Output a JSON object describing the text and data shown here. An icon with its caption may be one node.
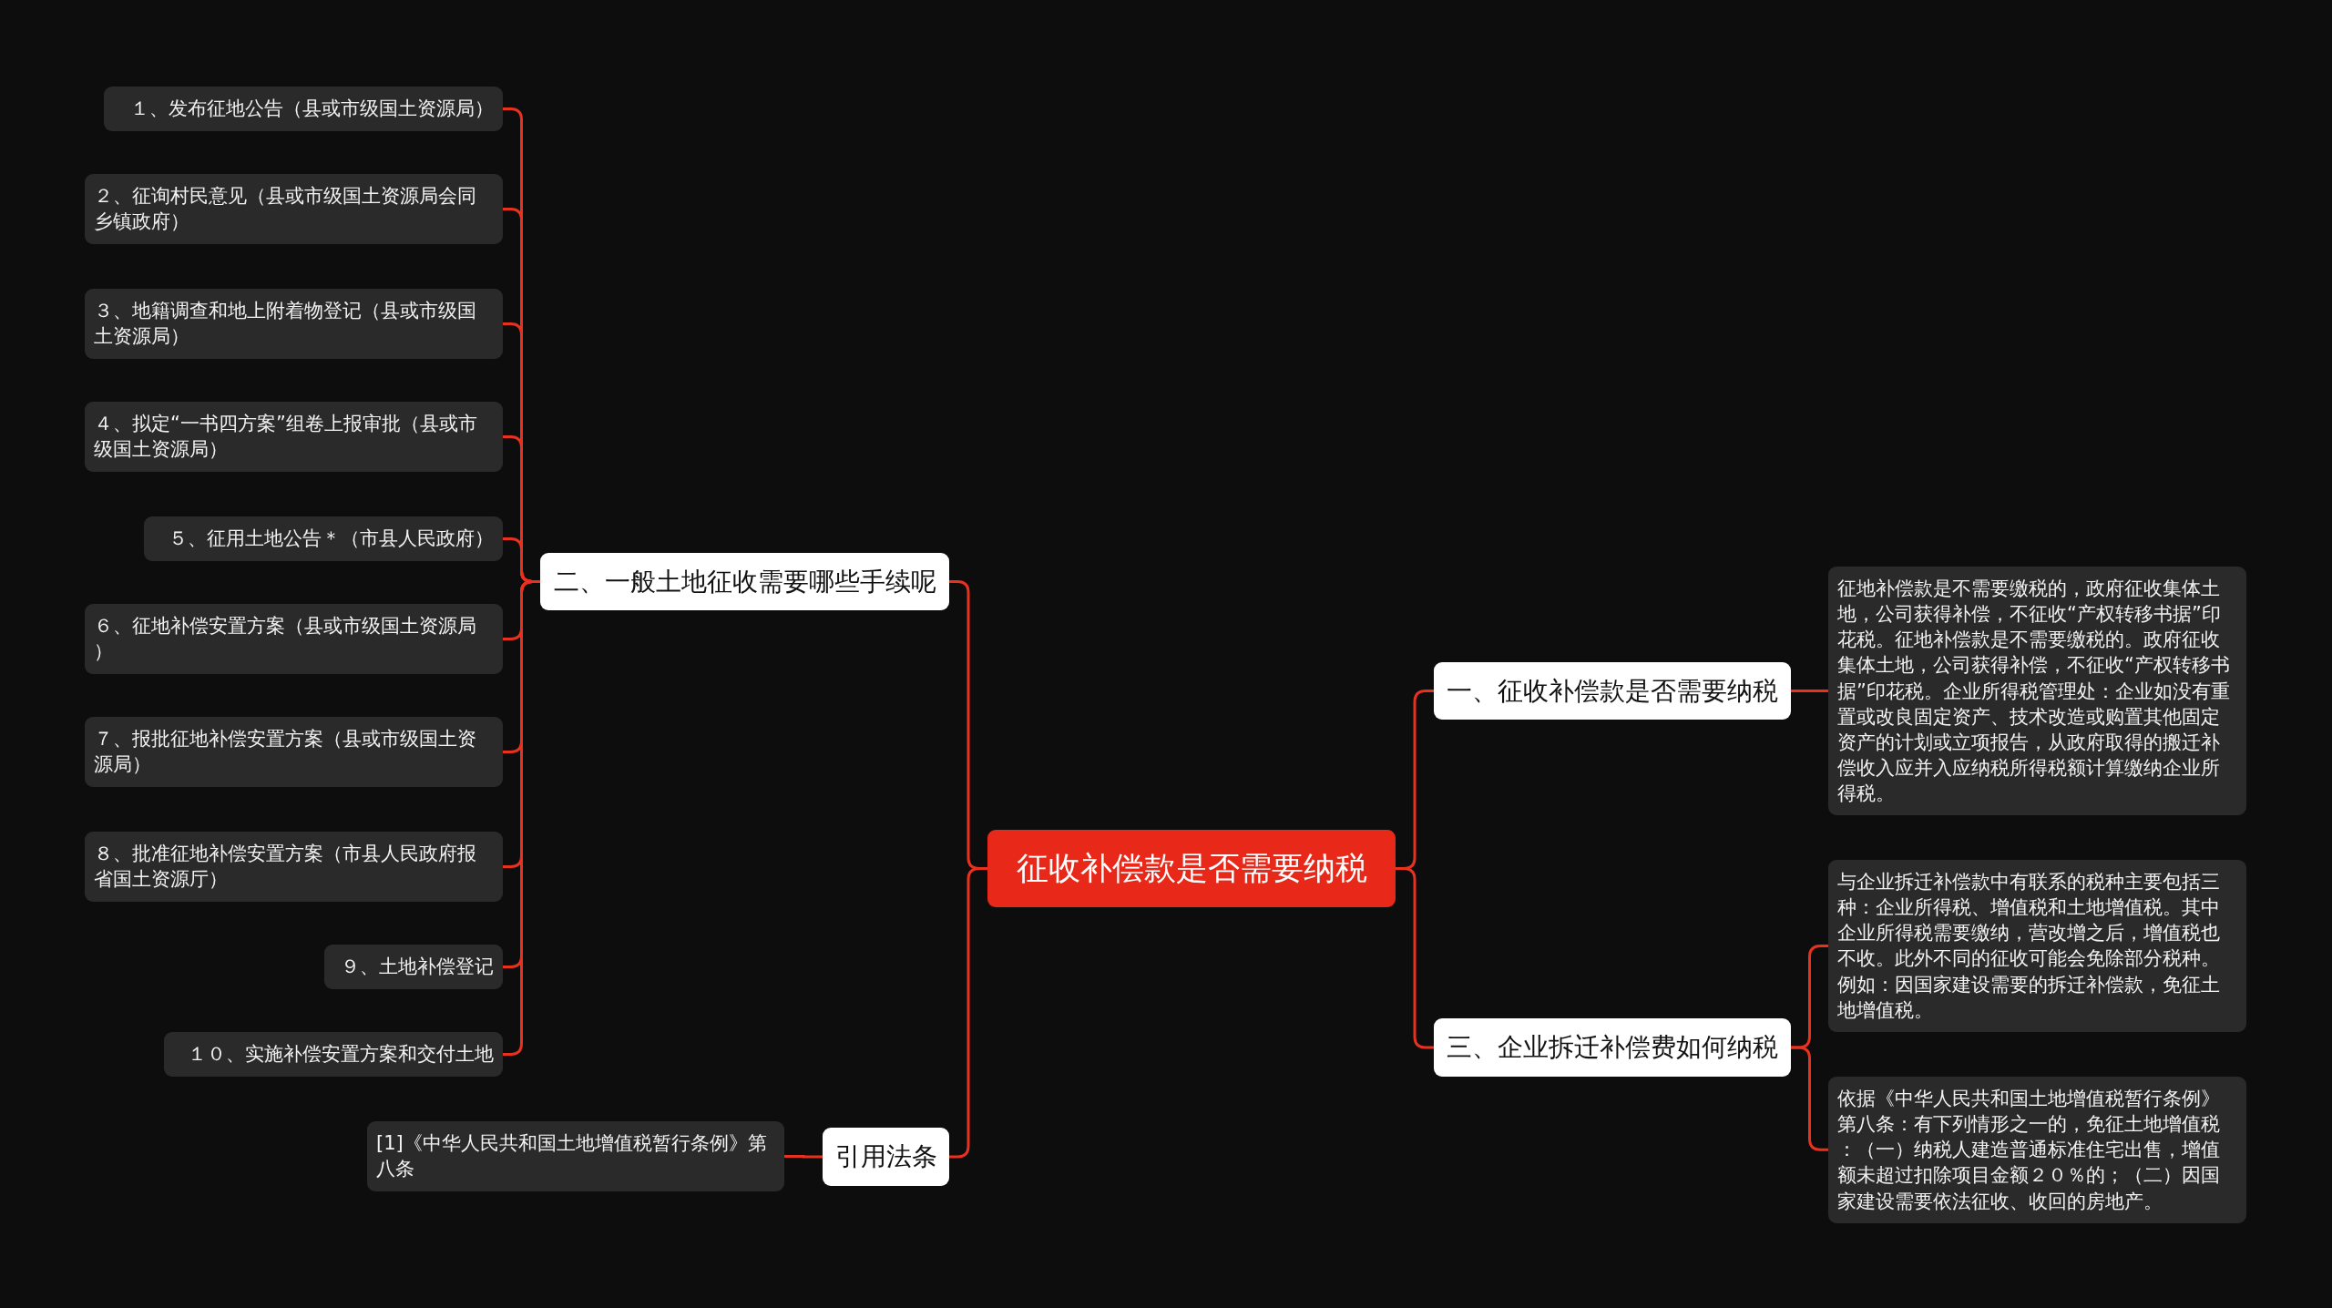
{
  "diagram": {
    "nodes": [
      {
        "text": [
          "征收补偿款是否需要纳税"
        ]
      },
      {
        "text": [
          "二、一般土地征收需要哪些手续呢"
        ]
      },
      {
        "text": [
          "１、发布征地公告（县或市级国土资源局）"
        ]
      },
      {
        "text": [
          "２、征询村民意见（县或市级国土资源局会同乡镇政府）"
        ]
      },
      {
        "text": [
          "３、地籍调查和地上附着物登记（县或市级国土资源局）"
        ]
      },
      {
        "text": [
          "４、拟定“一书四方案”组卷上报审批（县或市级国土资源局）"
        ]
      },
      {
        "text": [
          "５、征用土地公告＊（市县人民政府）"
        ]
      },
      {
        "text": [
          "６、征地补偿安置方案（县或市级国土资源局）"
        ]
      },
      {
        "text": [
          "７、报批征地补偿安置方案（县或市级国土资源局）"
        ]
      },
      {
        "text": [
          "８、批准征地补偿安置方案（市县人民政府报省国土资源厅）"
        ]
      },
      {
        "text": [
          "９、土地补偿登记"
        ]
      },
      {
        "text": [
          "１０、实施补偿安置方案和交付土地"
        ]
      },
      {
        "text": [
          "引用法条"
        ]
      },
      {
        "text": [
          "[1]《中华人民共和国土地增值税暂行条例》第八条"
        ]
      },
      {
        "text": [
          "一、征收补偿款是否需要纳税"
        ]
      },
      {
        "text": [
          "征地补偿款是不需要缴税的，政府征收集体土地，公司获得补偿，不征收“产权转移书据”印花税。征地补偿款是不需要缴税的。政府征收集体土地，公司获得补偿，不征收“产权转移书据”印花税。企业所得税管理处：企业如没有重置或改良固定资产、技术改造或购置其他固定资产的计划或立项报告，从政府取得的搬迁补偿收入应并入应纳税所得税额计算缴纳企业所得税。"
        ]
      },
      {
        "text": [
          "三、企业拆迁补偿费如何纳税"
        ]
      },
      {
        "text": [
          "与企业拆迁补偿款中有联系的税种主要包括三种：企业所得税、增值税和土地增值税。其中企业所得税需要缴纳，营改增之后，增值税也不收。此外不同的征收可能会免除部分税种。例如：因国家建设需要的拆迁补偿款，免征土地增值税。"
        ]
      },
      {
        "text": [
          "依据《中华人民共和国土地增值税暂行条例》第八条：有下列情形之一的，免征土地增值税：（一）纳税人建造普通标准住宅出售，增值额未超过扣除项目金额２０％的；（二）因国家建设需要依法征收、收回的房地产。"
        ]
      }
    ],
    "edges": [
      {
        "from": 0,
        "to": 1,
        "arrow": "none"
      },
      {
        "from": 1,
        "to": 2,
        "arrow": "none"
      },
      {
        "from": 1,
        "to": 3,
        "arrow": "none"
      },
      {
        "from": 1,
        "to": 4,
        "arrow": "none"
      },
      {
        "from": 1,
        "to": 5,
        "arrow": "none"
      },
      {
        "from": 1,
        "to": 6,
        "arrow": "none"
      },
      {
        "from": 1,
        "to": 7,
        "arrow": "none"
      },
      {
        "from": 1,
        "to": 8,
        "arrow": "none"
      },
      {
        "from": 1,
        "to": 9,
        "arrow": "none"
      },
      {
        "from": 1,
        "to": 10,
        "arrow": "none"
      },
      {
        "from": 1,
        "to": 11,
        "arrow": "none"
      },
      {
        "from": 0,
        "to": 12,
        "arrow": "none"
      },
      {
        "from": 12,
        "to": 13,
        "arrow": "none"
      },
      {
        "from": 0,
        "to": 14,
        "arrow": "none"
      },
      {
        "from": 14,
        "to": 15,
        "arrow": "none"
      },
      {
        "from": 0,
        "to": 16,
        "arrow": "none"
      },
      {
        "from": 16,
        "to": 17,
        "arrow": "none"
      },
      {
        "from": 16,
        "to": 18,
        "arrow": "none"
      }
    ]
  }
}
